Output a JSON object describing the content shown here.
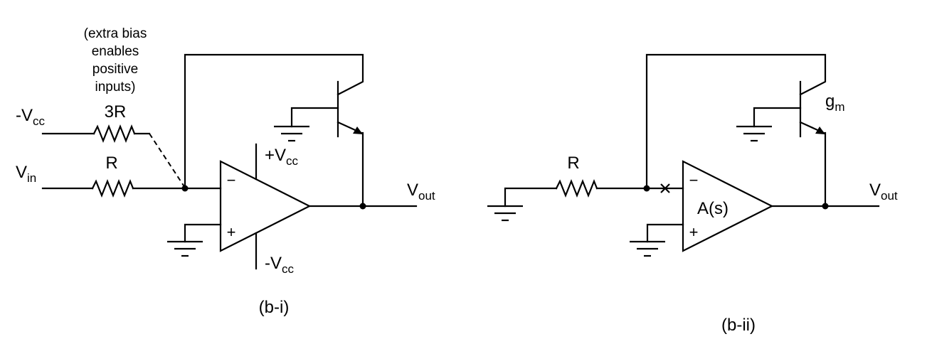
{
  "circuit_b_i": {
    "caption": "(b-i)",
    "note_lines": [
      "(extra bias",
      "enables",
      "positive",
      "inputs)"
    ],
    "neg_vcc_input": {
      "main": "-V",
      "sub": "cc"
    },
    "resistor_3r": "3R",
    "vin": {
      "main": "V",
      "sub": "in"
    },
    "resistor_r": "R",
    "opamp_pos_supply": {
      "main": "+V",
      "sub": "cc"
    },
    "opamp_neg_supply": {
      "main": "-V",
      "sub": "cc"
    },
    "inv_sign": "−",
    "noninv_sign": "+",
    "vout": {
      "main": "V",
      "sub": "out"
    }
  },
  "circuit_b_ii": {
    "caption": "(b-ii)",
    "resistor_r": "R",
    "opamp_label": "A(s)",
    "inv_sign": "−",
    "noninv_sign": "+",
    "transistor_label": {
      "main": "g",
      "sub": "m"
    },
    "vout": {
      "main": "V",
      "sub": "out"
    }
  }
}
